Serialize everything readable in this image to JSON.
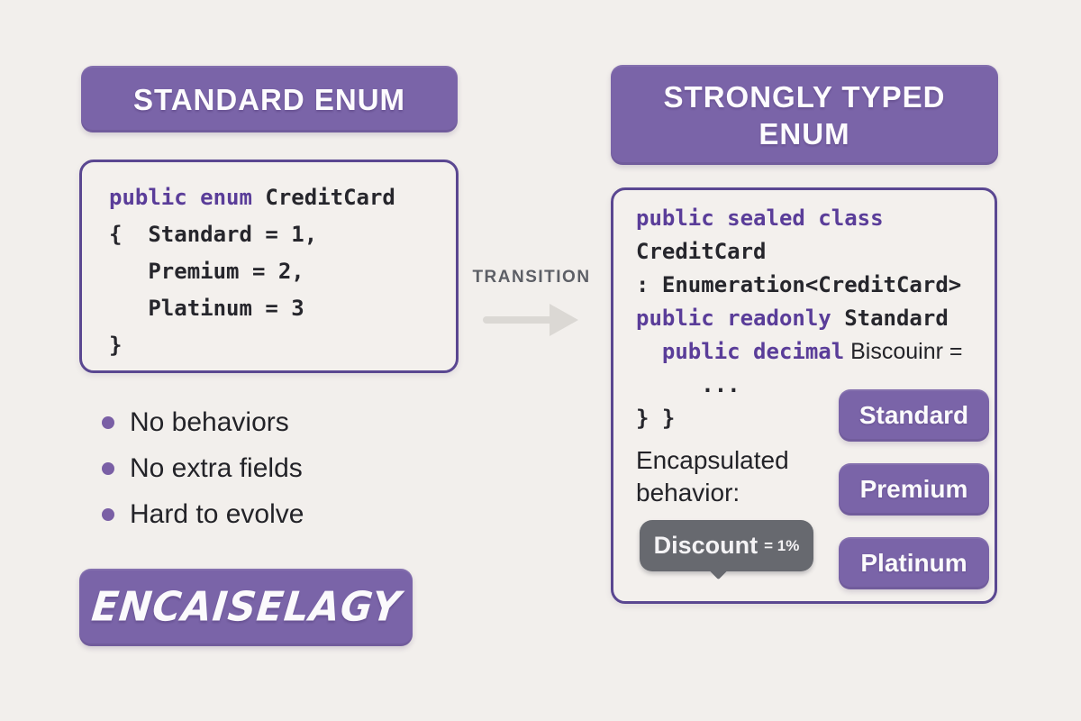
{
  "palette": {
    "background": "#f2efec",
    "purple_fill": "#7a64a8",
    "purple_border": "#5a4791",
    "keyword_purple": "#5a3d99",
    "code_text": "#26262c",
    "text_dark": "#232328",
    "transition_gray": "#5d5f66",
    "arrow_gray": "#dbd8d4",
    "bubble_gray": "#67696f",
    "text_white": "#fdfcfe"
  },
  "left": {
    "header": "STANDARD ENUM",
    "code_lines": [
      {
        "segments": [
          {
            "text": "public enum ",
            "style": "kw"
          },
          {
            "text": "CreditCard",
            "style": "plain"
          }
        ]
      },
      {
        "segments": [
          {
            "text": "{  Standard = 1,",
            "style": "plain"
          }
        ]
      },
      {
        "segments": [
          {
            "text": "   Premium = 2,",
            "style": "plain"
          }
        ]
      },
      {
        "segments": [
          {
            "text": "   Platinum = 3",
            "style": "plain"
          }
        ]
      },
      {
        "segments": [
          {
            "text": "}",
            "style": "plain"
          }
        ]
      }
    ],
    "bullets": [
      "No behaviors",
      "No extra fields",
      "Hard to evolve"
    ],
    "brand": "ENCAISELAGY"
  },
  "transition": {
    "label": "TRANSITION",
    "arrow_icon": "right-arrow"
  },
  "right": {
    "header": "STRONGLY TYPED ENUM",
    "code_lines": [
      {
        "segments": [
          {
            "text": "public sealed class",
            "style": "kw"
          }
        ]
      },
      {
        "segments": [
          {
            "text": "CreditCard",
            "style": "plain"
          }
        ]
      },
      {
        "segments": [
          {
            "text": ": Enumeration<CreditCard>",
            "style": "plain"
          }
        ]
      },
      {
        "segments": [
          {
            "text": "public readonly ",
            "style": "kw"
          },
          {
            "text": "Standard",
            "style": "plain"
          }
        ]
      },
      {
        "segments": [
          {
            "text": "  public decimal",
            "style": "kw"
          },
          {
            "text": " Biscouinr =",
            "style": "sans"
          }
        ]
      },
      {
        "segments": [
          {
            "text": "     ...",
            "style": "plain"
          }
        ]
      },
      {
        "segments": [
          {
            "text": "} }",
            "style": "plain"
          }
        ]
      }
    ],
    "encapsulated_label": "Encapsulated behavior:",
    "discount": {
      "label": "Discount",
      "value": "= 1%"
    },
    "buttons": [
      "Standard",
      "Premium",
      "Platinum"
    ]
  }
}
